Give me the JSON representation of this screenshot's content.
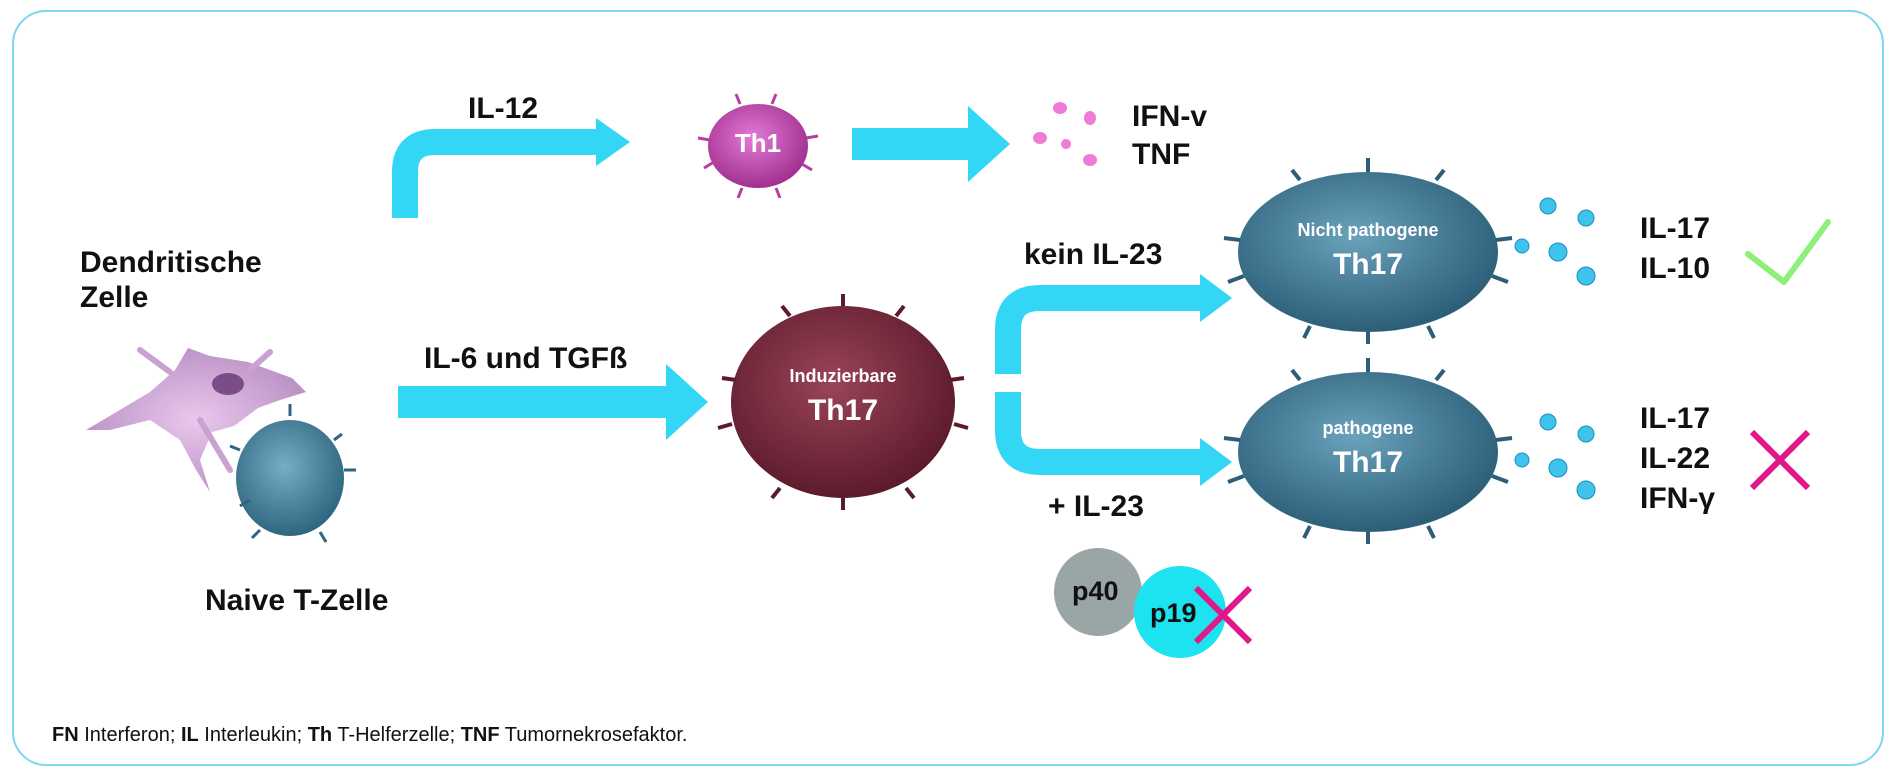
{
  "labels": {
    "dendritic": "Dendritische Zelle",
    "naive": "Naive T-Zelle",
    "il12": "IL-12",
    "il6_tgfb": "IL-6 und TGFß",
    "kein_il23": "kein IL-23",
    "plus_il23": "+ IL-23"
  },
  "cells": {
    "th1": "Th1",
    "inducible_sub": "Induzierbare",
    "inducible_main": "Th17",
    "nonpath_sub": "Nicht pathogene",
    "nonpath_main": "Th17",
    "path_sub": "pathogene",
    "path_main": "Th17"
  },
  "cytokines": {
    "th1_out": [
      "IFN-v",
      "TNF"
    ],
    "nonpath_out": [
      "IL-17",
      "IL-10"
    ],
    "path_out": [
      "IL-17",
      "IL-22",
      "IFN-γ"
    ]
  },
  "subunits": {
    "p40": "p40",
    "p19": "p19"
  },
  "footer": [
    {
      "abbr": "FN",
      "text": " Interferon; "
    },
    {
      "abbr": "IL",
      "text": " Interleukin; "
    },
    {
      "abbr": "Th",
      "text": " T-Helferzelle; "
    },
    {
      "abbr": "TNF",
      "text": " Tumornekrosefaktor."
    }
  ],
  "colors": {
    "arrow": "#33d6f5",
    "th1": "#c048b0",
    "inducible": "#7a2a3e",
    "th17": "#3f7a96",
    "check": "#8ef07a",
    "cross": "#e0188a",
    "p40": "#9aa6a6",
    "p19": "#1de3f0",
    "dots_pink": "#f07ad8",
    "dots_blue": "#3fc2ec"
  }
}
